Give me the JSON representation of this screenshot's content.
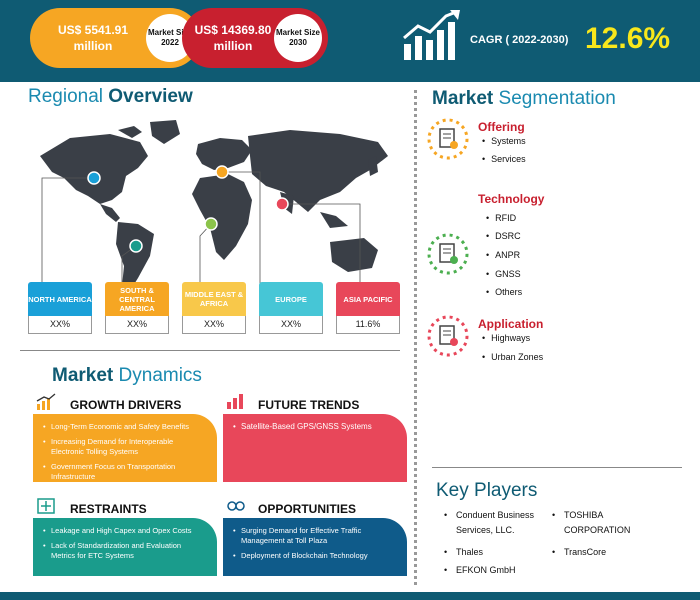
{
  "header": {
    "market_2022_value": "US$ 5541.91 million",
    "market_2022_label": "Market Size 2022",
    "market_2030_value": "US$ 14369.80 million",
    "market_2030_label": "Market Size 2030",
    "cagr_label": "CAGR ( 2022-2030)",
    "cagr_value": "12.6%"
  },
  "regional": {
    "title_a": "Regional",
    "title_b": "Overview",
    "regions": [
      {
        "name": "NORTH AMERICA",
        "value": "XX%",
        "color": "#1aa0d8"
      },
      {
        "name": "SOUTH & CENTRAL AMERICA",
        "value": "XX%",
        "color": "#f6a623"
      },
      {
        "name": "MIDDLE EAST & AFRICA",
        "value": "XX%",
        "color": "#f8c84a"
      },
      {
        "name": "EUROPE",
        "value": "XX%",
        "color": "#46c6d6"
      },
      {
        "name": "ASIA PACIFIC",
        "value": "11.6%",
        "color": "#e8475a"
      }
    ]
  },
  "segmentation": {
    "title_a": "Market",
    "title_b": "Segmentation",
    "offering": {
      "label": "Offering",
      "items": [
        "Systems",
        "Services"
      ]
    },
    "technology": {
      "label": "Technology",
      "items": [
        "RFID",
        "DSRC",
        "ANPR",
        "GNSS",
        "Others"
      ]
    },
    "application": {
      "label": "Application",
      "items": [
        "Highways",
        "Urban Zones"
      ]
    }
  },
  "dynamics": {
    "title_a": "Market",
    "title_b": "Dynamics",
    "drivers": {
      "label": "GROWTH DRIVERS",
      "color": "#f6a623",
      "items": [
        "Long-Term Economic and Safety Benefits",
        "Increasing Demand for Interoperable Electronic Tolling Systems",
        "Government Focus on Transportation Infrastructure"
      ]
    },
    "trends": {
      "label": "FUTURE TRENDS",
      "color": "#e8475a",
      "items": [
        "Satellite-Based GPS/GNSS Systems"
      ]
    },
    "restraints": {
      "label": "RESTRAINTS",
      "color": "#1a9c8c",
      "items": [
        "Leakage and High Capex and Opex Costs",
        "Lack of Standardization and Evaluation Metrics for ETC Systems"
      ]
    },
    "opportunities": {
      "label": "OPPORTUNITIES",
      "color": "#0f5b8a",
      "items": [
        "Surging Demand for Effective Traffic Management at Toll Plaza",
        "Deployment of Blockchain Technology"
      ]
    }
  },
  "key_players": {
    "title": "Key Players",
    "col1": [
      "Conduent Business Services, LLC.",
      "Thales",
      "EFKON GmbH"
    ],
    "col2": [
      "TOSHIBA CORPORATION",
      "TransCore"
    ]
  }
}
